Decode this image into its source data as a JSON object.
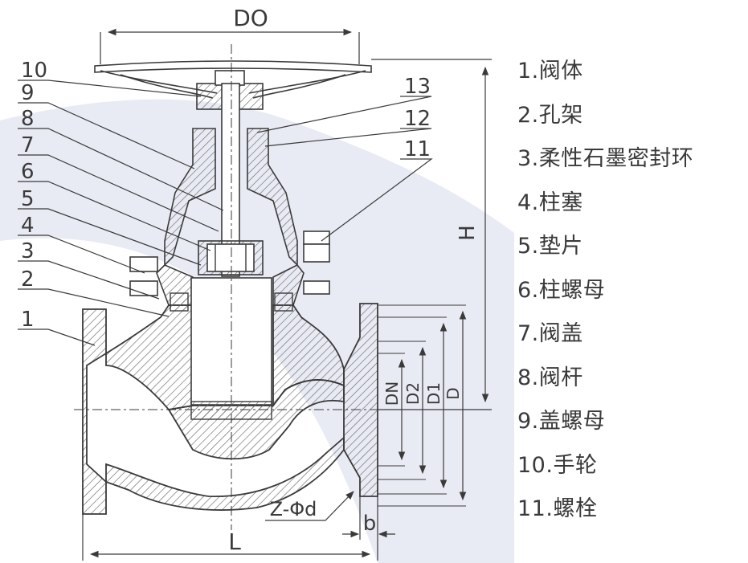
{
  "diagram": {
    "dimensions": {
      "do": "DO",
      "h": "H",
      "l": "L",
      "dn": "DN",
      "d2": "D2",
      "d1": "D1",
      "d": "D",
      "b": "b",
      "z_phi_d": "Z-Φd"
    },
    "callouts": [
      "10",
      "9",
      "8",
      "7",
      "6",
      "5",
      "4",
      "3",
      "2",
      "1",
      "13",
      "12",
      "11"
    ],
    "parts": [
      "1.阀体",
      "2.孔架",
      "3.柔性石墨密封环",
      "4.柱塞",
      "5.垫片",
      "6.柱螺母",
      "7.阀盖",
      "8.阀杆",
      "9.盖螺母",
      "10.手轮",
      "11.螺栓"
    ],
    "colors": {
      "line": "#3a3a3a",
      "hatch": "#6a6a6a",
      "background_band": "#e9ebf4"
    }
  }
}
